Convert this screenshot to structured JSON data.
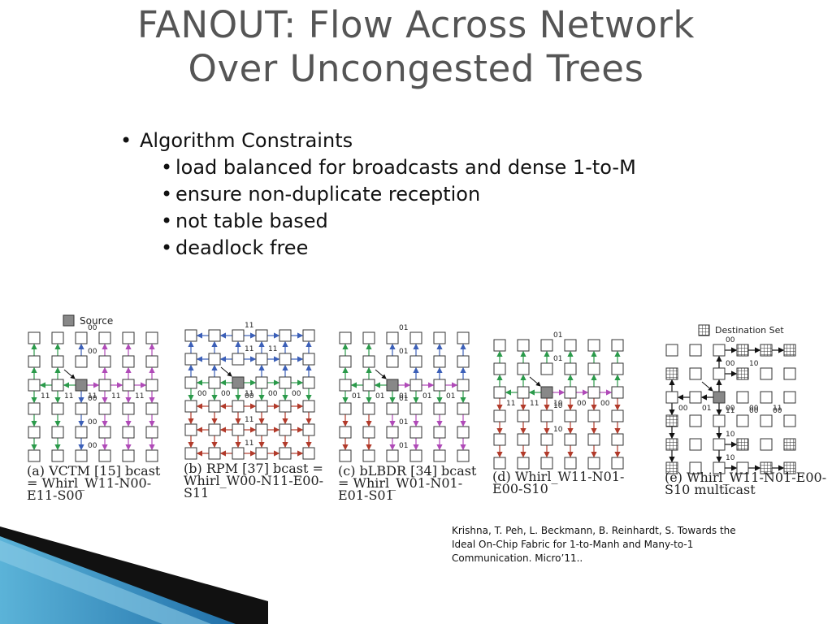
{
  "slide": {
    "title_line1": "FANOUT: Flow Across Network",
    "title_line2": "Over Uncongested Trees",
    "bullet_main": "Algorithm Constraints",
    "sub_bullets": [
      "load balanced for broadcasts and dense 1-to-M",
      "ensure non-duplicate reception",
      "not table based",
      "deadlock free"
    ],
    "citation_lines": [
      "Krishna, T. Peh, L. Beckmann, B. Reinhardt, S. Towards the",
      "Ideal On-Chip Fabric for 1-to-Manh and Many-to-1",
      "Communication. Micro’11.."
    ]
  },
  "figure": {
    "legend_source": "Source",
    "legend_destination": "Destination Set",
    "panels": [
      {
        "caption": [
          "(a)  VCTM  [15]  bcast",
          "=       Whirl_W11-N00-",
          "E11-S00"
        ],
        "labels": [
          "00",
          "00",
          "11",
          "11",
          "11",
          "11",
          "11",
          "00",
          "00",
          "00"
        ]
      },
      {
        "caption": [
          "(b) RPM [37] bcast =",
          "Whirl_W00-N11-E00-",
          "S11"
        ],
        "labels": [
          "11",
          "11",
          "00",
          "00",
          "11",
          "00",
          "00",
          "00",
          "11",
          "11",
          "11"
        ]
      },
      {
        "caption": [
          "(c)  bLBDR  [34]  bcast",
          "=        Whirl_W01-N01-",
          "E01-S01"
        ],
        "labels": [
          "01",
          "01",
          "01",
          "01",
          "01",
          "01",
          "01",
          "01",
          "01",
          "01"
        ]
      },
      {
        "caption": [
          "(d)     Whirl_W11-N01-",
          "E00-S10"
        ],
        "labels": [
          "01",
          "01",
          "11",
          "11",
          "10",
          "00",
          "00",
          "10",
          "10"
        ]
      },
      {
        "caption": [
          "(e)  Whirl_W11-N01-E00-",
          "S10 multicast"
        ],
        "labels": [
          "00",
          "00",
          "00",
          "01",
          "00",
          "00",
          "11",
          "11",
          "10",
          "10",
          "10",
          "00",
          "00"
        ]
      }
    ]
  },
  "colors": {
    "title": "#555555",
    "green_arrow": "#2a9a4a",
    "blue_arrow": "#3b5fb8",
    "purple_arrow": "#b04ab8",
    "red_arrow": "#b23a2a",
    "source_fill": "#888888",
    "bottom_band_blue": "#2d7fb8",
    "bottom_band_dark": "#111111"
  }
}
